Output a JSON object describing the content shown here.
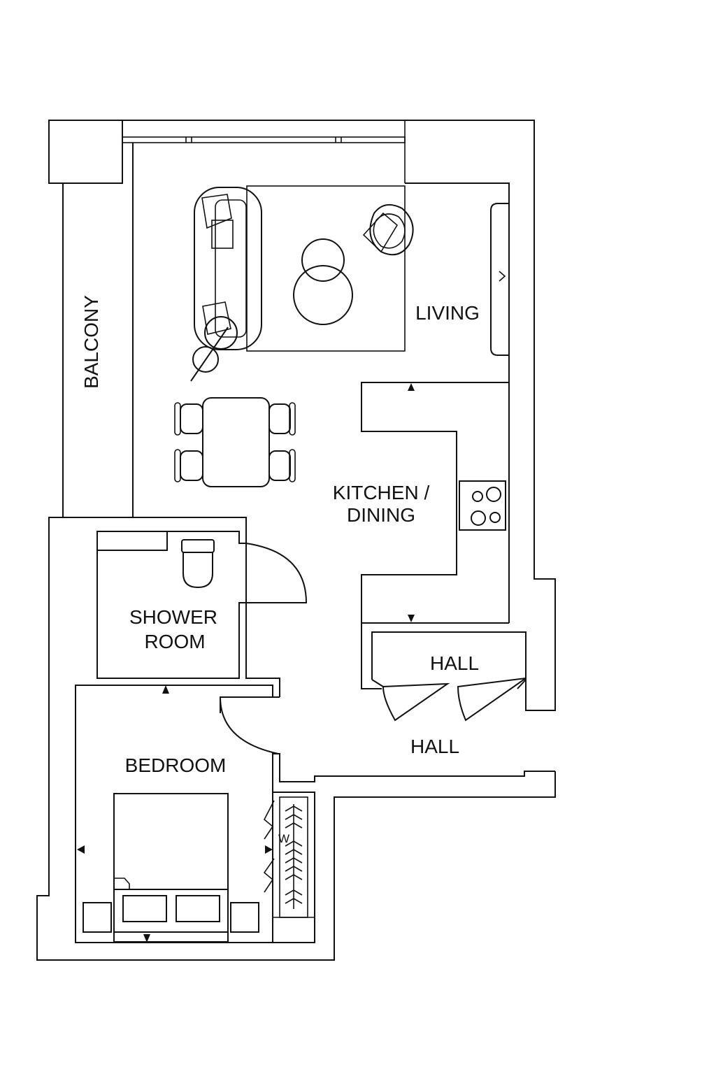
{
  "rooms": {
    "balcony": "BALCONY",
    "living": "LIVING",
    "kitchen_line1": "KITCHEN /",
    "kitchen_line2": "DINING",
    "shower_line1": "SHOWER",
    "shower_line2": "ROOM",
    "hall_inner": "HALL",
    "hall_main": "HALL",
    "bedroom": "BEDROOM"
  },
  "wardrobe_mark": "W",
  "colors": {
    "line": "#111111",
    "background": "#ffffff"
  },
  "icons": [
    "sofa-icon",
    "armchair-icon",
    "coffee-table-icon",
    "floor-lamp-icon",
    "dining-table-icon",
    "chair-icon",
    "hob-icon",
    "toilet-icon",
    "door-swing-icon",
    "bed-icon",
    "pillow-icon",
    "nightstand-icon",
    "wardrobe-icon",
    "radiator-arrow-icon"
  ]
}
